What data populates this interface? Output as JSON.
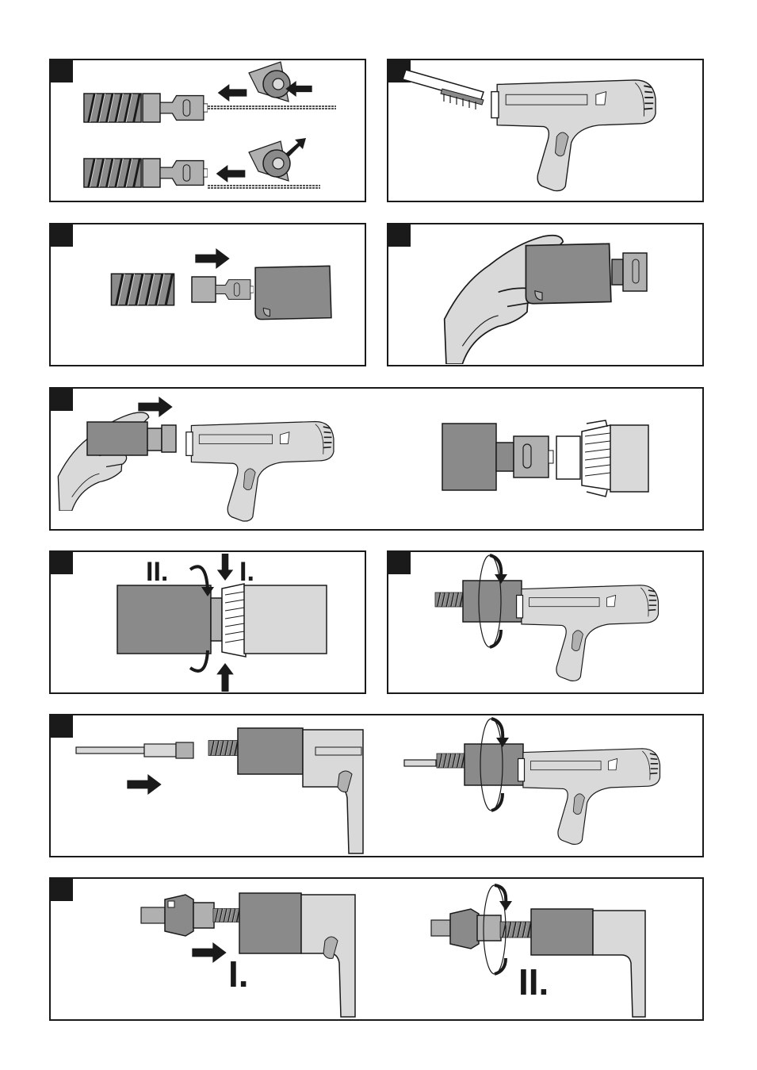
{
  "colors": {
    "ink": "#1a1a1a",
    "dark_grey": "#8a8a8a",
    "mid_grey": "#b0b0b0",
    "light_grey": "#d9d9d9",
    "paper": "#ffffff"
  },
  "icons": [
    "arrow-right-icon",
    "arrow-left-icon",
    "arrow-down-icon",
    "arrow-up-icon",
    "rotate-arrow-icon"
  ],
  "panels": [
    {
      "id": "p1",
      "steps": []
    },
    {
      "id": "p2",
      "steps": []
    },
    {
      "id": "p3",
      "steps": []
    },
    {
      "id": "p4",
      "steps": []
    },
    {
      "id": "p5",
      "steps": []
    },
    {
      "id": "p6",
      "steps": [
        "II.",
        "I."
      ]
    },
    {
      "id": "p7",
      "steps": []
    },
    {
      "id": "p8",
      "steps": []
    },
    {
      "id": "p9",
      "steps": [
        "I.",
        "II."
      ]
    }
  ]
}
